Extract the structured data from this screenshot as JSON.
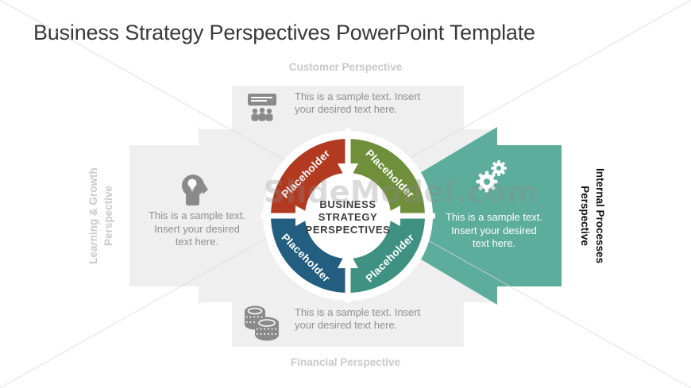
{
  "slide": {
    "title": "Business Strategy Perspectives PowerPoint Template"
  },
  "watermark": {
    "text": "SlideModel.com"
  },
  "perspectives": {
    "top": {
      "label": "Customer Perspective",
      "icon": "presentation-audience-icon",
      "text_lines": [
        "This is a sample text. Insert",
        "your desired text here."
      ]
    },
    "bottom": {
      "label": "Financial Perspective",
      "icon": "coins-icon",
      "text_lines": [
        "This is a sample text. Insert",
        "your desired text here."
      ]
    },
    "left": {
      "label_lines": [
        "Learning & Growth",
        "Perspective"
      ],
      "icon": "head-idea-icon",
      "text_lines": [
        "This is a sample text.",
        "Insert your desired",
        "text here."
      ]
    },
    "right": {
      "label_lines": [
        "Internal Processes",
        "Perspective"
      ],
      "icon": "gears-icon",
      "text_lines": [
        "This is a sample text.",
        "Insert your desired",
        "text here."
      ]
    }
  },
  "diagram": {
    "center_lines": [
      "BUSINESS",
      "STRATEGY",
      "PERSPECTIVES"
    ],
    "segments": [
      {
        "position": "top-left",
        "label": "Placeholder",
        "color": "#B23A20"
      },
      {
        "position": "top-right",
        "label": "Placeholder",
        "color": "#6F8F3B"
      },
      {
        "position": "bottom-left",
        "label": "Placeholder",
        "color": "#235E81"
      },
      {
        "position": "bottom-right",
        "label": "Placeholder",
        "color": "#3F9181"
      }
    ]
  },
  "colors": {
    "arrow_gray": "#EFEFEF",
    "arrow_teal": "#5CAD9C",
    "side_label_gray": "#C9C9C9",
    "side_label_black": "#121212",
    "sample_text_gray": "#8F8F8F",
    "icon_gray": "#8A8A8A",
    "title_text": "#3A3A3A"
  }
}
